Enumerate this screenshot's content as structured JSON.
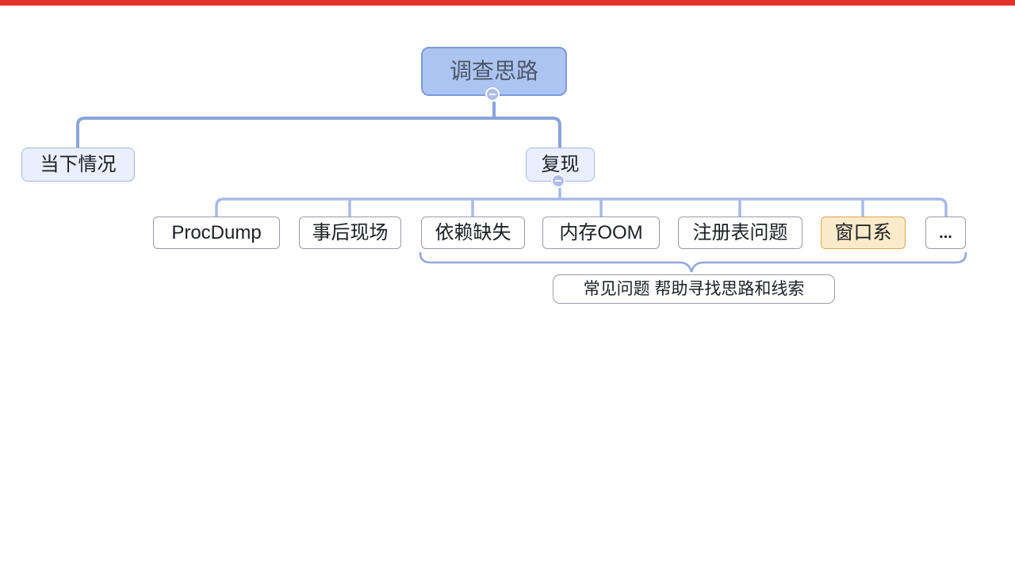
{
  "page": {
    "top_bar_color": "#e5312b",
    "background_color": "#ffffff"
  },
  "mindmap": {
    "root": {
      "label": "调查思路"
    },
    "branches": [
      {
        "label": "当下情况"
      },
      {
        "label": "复现"
      }
    ],
    "topics": [
      {
        "label": "ProcDump",
        "highlighted": false
      },
      {
        "label": "事后现场",
        "highlighted": false
      },
      {
        "label": "依赖缺失",
        "highlighted": false
      },
      {
        "label": "内存OOM",
        "highlighted": false
      },
      {
        "label": "注册表问题",
        "highlighted": false
      },
      {
        "label": "窗口系",
        "highlighted": true
      },
      {
        "label": "...",
        "highlighted": false
      }
    ],
    "summary": {
      "label": "常见问题 帮助寻找思路和线索"
    },
    "collapse_buttons": [
      {
        "state": "expanded",
        "attached_to": "调查思路"
      },
      {
        "state": "expanded",
        "attached_to": "复现"
      }
    ],
    "colors": {
      "root_fill": "#abc4f1",
      "root_border": "#7e99dc",
      "root_text": "#4e5769",
      "branch_fill": "#e9effd",
      "branch_border": "#a5b9e8",
      "topic_fill": "#ffffff",
      "topic_border": "#979ca4",
      "topic_text": "#1c1f24",
      "highlight_fill": "#fcebca",
      "highlight_border": "#dfa652",
      "connector_level1": "#8ba3d9",
      "connector_level2": "#a7bae8",
      "brace": "#90a6da",
      "collapse_fill": "#afbde5"
    }
  }
}
